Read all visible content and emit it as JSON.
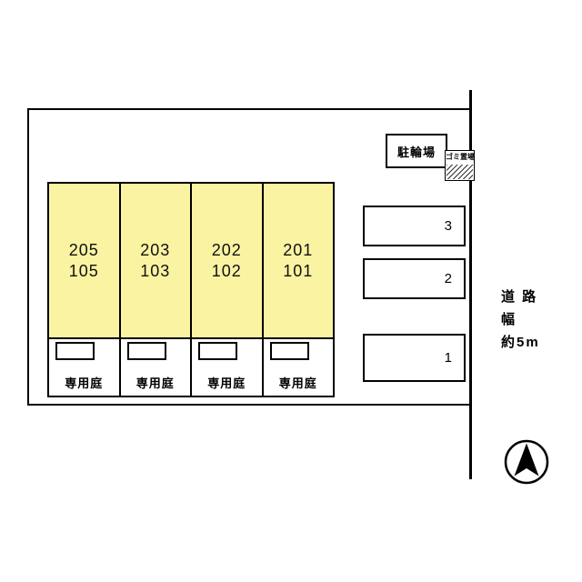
{
  "plan": {
    "units": [
      {
        "upper": "205",
        "lower": "105"
      },
      {
        "upper": "203",
        "lower": "103"
      },
      {
        "upper": "202",
        "lower": "102"
      },
      {
        "upper": "201",
        "lower": "101"
      }
    ],
    "garden_label": "専用庭",
    "bicycle_parking_label": "駐輪場",
    "garbage_area_label": "ゴミ置場",
    "parking_spaces": [
      {
        "label": "3"
      },
      {
        "label": "2"
      },
      {
        "label": "1"
      }
    ],
    "road_label": {
      "line1": "道 路",
      "line2": "幅",
      "line3": "約5m"
    },
    "icons": {
      "compass": "north-arrow"
    },
    "colors": {
      "unit_fill": "#FAF3A1",
      "line": "#000000",
      "background": "#FFFFFF"
    }
  }
}
